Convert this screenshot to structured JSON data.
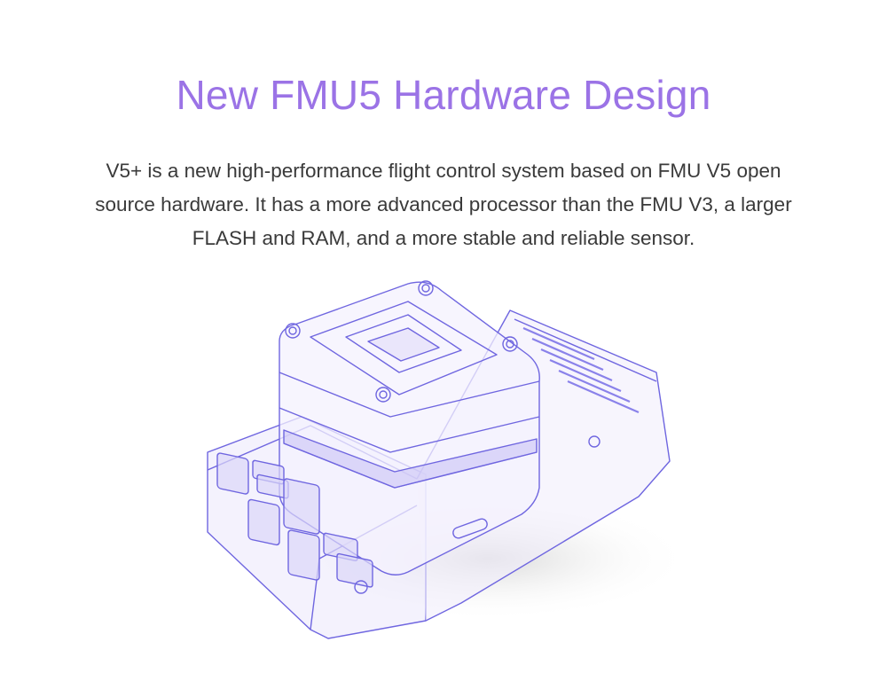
{
  "header": {
    "title": "New FMU5 Hardware Design"
  },
  "description": {
    "lines": [
      "V5+ is a new high-performance flight control system based on FMU V5 open",
      "source hardware. It has a more advanced processor than the FMU V3, a larger",
      "FLASH and RAM, and a more stable and reliable sensor."
    ]
  },
  "product_image": {
    "alt": "Transparent render of FMU5 flight controller hardware"
  },
  "colors": {
    "title": "#9b73e6",
    "body_text": "#3a3a3a",
    "line_art": "#6f66e0",
    "background": "#ffffff"
  }
}
